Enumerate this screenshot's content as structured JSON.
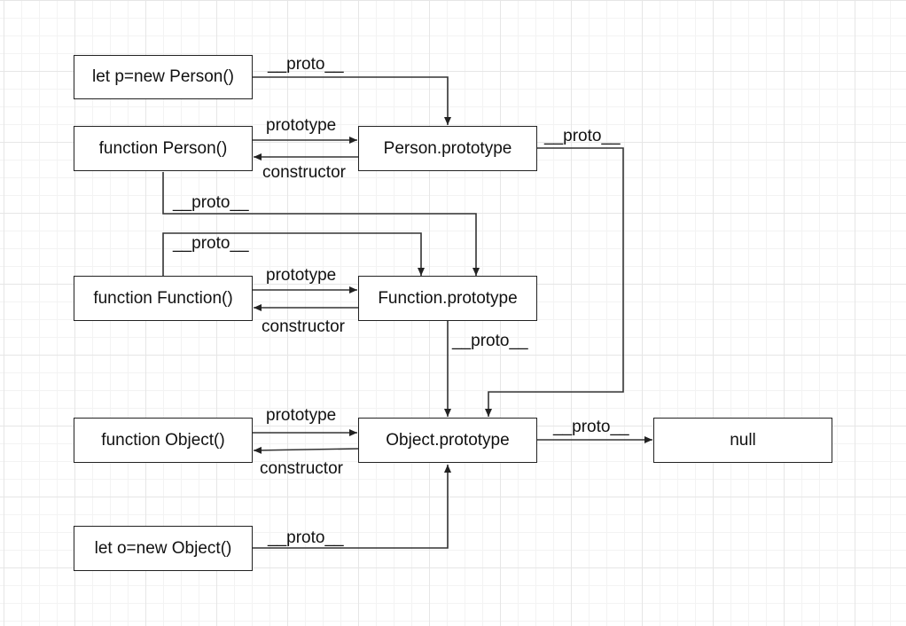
{
  "nodes": {
    "let_p": "let p=new Person()",
    "function_person": "function Person()",
    "person_prototype": "Person.prototype",
    "function_function": "function Function()",
    "function_prototype": "Function.prototype",
    "function_object": "function Object()",
    "object_prototype": "Object.prototype",
    "null": "null",
    "let_o": "let o=new Object()"
  },
  "edge_labels": {
    "proto": "__proto__",
    "prototype": "prototype",
    "constructor": "constructor"
  }
}
